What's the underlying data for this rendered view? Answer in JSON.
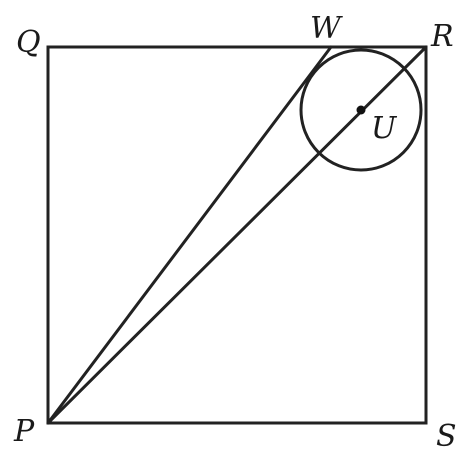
{
  "diagram": {
    "colors": {
      "stroke": "#222222",
      "text": "#1a1a1a",
      "background": "#ffffff"
    },
    "labels": {
      "Q": "Q",
      "W": "W",
      "R": "R",
      "U": "U",
      "P": "P",
      "S": "S"
    }
  }
}
